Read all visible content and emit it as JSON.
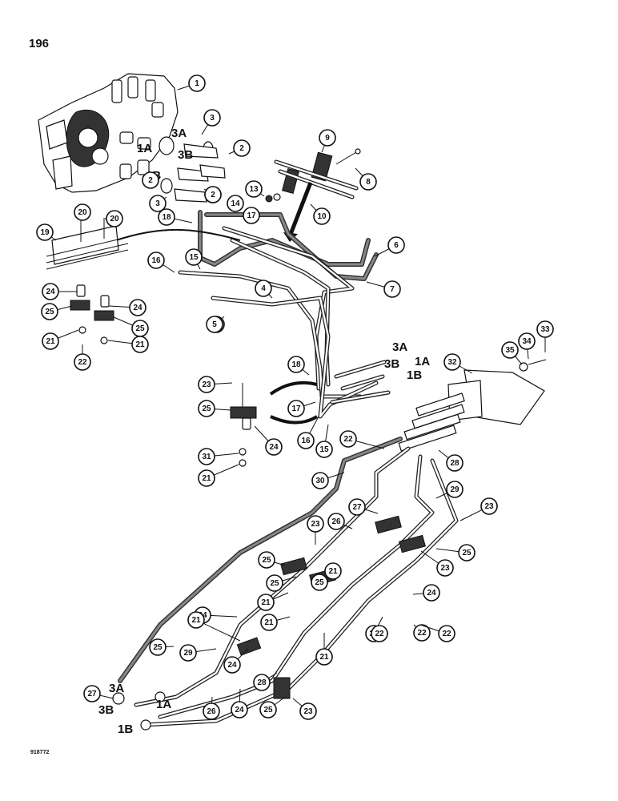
{
  "page_number": "196",
  "figure_code": "918772",
  "port_labels": {
    "valve": [
      "3A",
      "1A",
      "3B",
      "1B"
    ],
    "middle": [
      "3A",
      "3B",
      "1A",
      "1B"
    ],
    "bottom": [
      "3A",
      "1A",
      "3B",
      "1B"
    ]
  },
  "callouts": [
    "1",
    "3",
    "3A",
    "2",
    "9",
    "8",
    "1A",
    "3B",
    "2",
    "9",
    "1B",
    "13",
    "14",
    "3",
    "2",
    "10",
    "20",
    "20",
    "18",
    "17",
    "6",
    "19",
    "16",
    "15",
    "4",
    "7",
    "24",
    "15",
    "24",
    "5",
    "25",
    "25",
    "21",
    "21",
    "22",
    "3A",
    "3B",
    "1A",
    "1B",
    "18",
    "33",
    "34",
    "35",
    "32",
    "23",
    "25",
    "17",
    "24",
    "16",
    "15",
    "31",
    "21",
    "22",
    "28",
    "30",
    "29",
    "27",
    "23",
    "26",
    "25",
    "23",
    "23",
    "25",
    "25",
    "25",
    "24",
    "24",
    "24",
    "21",
    "21",
    "22",
    "22",
    "21",
    "21",
    "22",
    "22",
    "29",
    "21",
    "25",
    "24",
    "28",
    "27",
    "24",
    "25",
    "23",
    "26"
  ],
  "colors": {
    "ink": "#111111",
    "paper": "#ffffff"
  }
}
